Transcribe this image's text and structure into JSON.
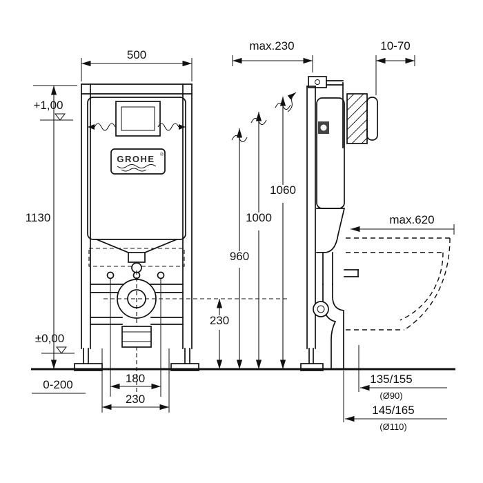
{
  "brand": {
    "logo": "GROHE",
    "registered": "®"
  },
  "front_view": {
    "width": "500",
    "total_height": "1130",
    "level_top": "+1,00",
    "level_floor": "±0,00",
    "feet_adjust": "0-200",
    "fixing_spacing": "180",
    "lower_spacing": "230"
  },
  "heights": {
    "h1060": "1060",
    "h1000": "1000",
    "h960": "960",
    "outlet_height": "230"
  },
  "side_view": {
    "depth_max": "max.230",
    "wall_thickness": "10-70",
    "bowl_depth": "max.620",
    "outlet_90": "135/155",
    "outlet_90_dia": "(Ø90)",
    "outlet_110": "145/165",
    "outlet_110_dia": "(Ø110)"
  }
}
